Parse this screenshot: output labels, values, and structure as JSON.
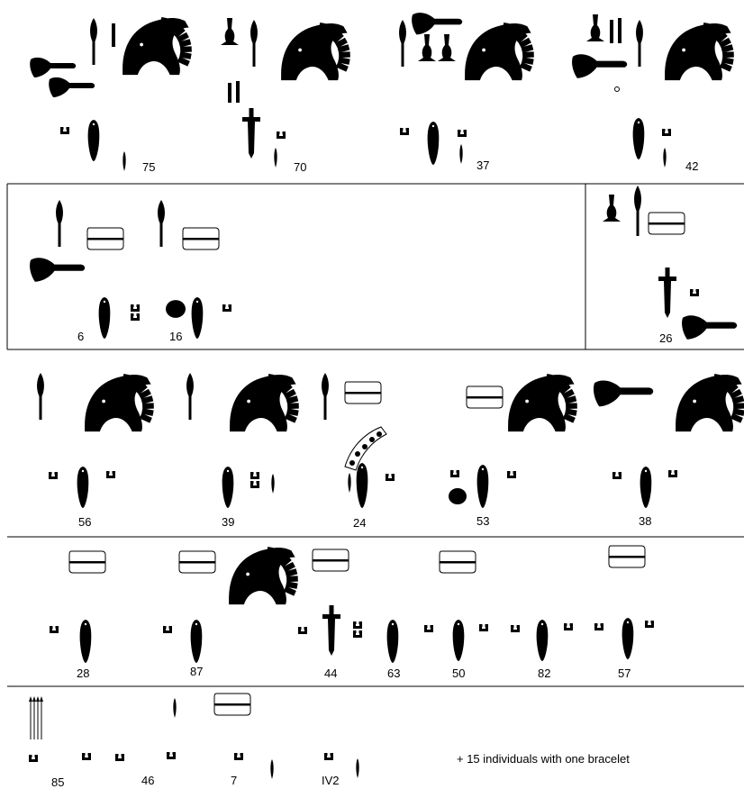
{
  "labels": {
    "g75": "75",
    "g70": "70",
    "g37": "37",
    "g42": "42",
    "g6": "6",
    "g16": "16",
    "g26": "26",
    "g56": "56",
    "g39": "39",
    "g24": "24",
    "g53": "53",
    "g38": "38",
    "g28": "28",
    "g87": "87",
    "g44": "44",
    "g63": "63",
    "g50": "50",
    "g82": "82",
    "g57": "57",
    "g85": "85",
    "g46": "46",
    "g7": "7",
    "gIV2": "IV2"
  },
  "note": "+ 15 individuals with one bracelet",
  "colors": {
    "ink": "#000000",
    "paper": "#ffffff"
  },
  "icons": [
    "spearhead-icon",
    "toothed-crest-icon",
    "axe-head-icon",
    "bracelet-icon",
    "blade-icon",
    "dagger-icon",
    "knife-icon",
    "mirror-disc-icon",
    "whetstone-icon",
    "bead-band-icon",
    "arrows-icon",
    "pin-icon"
  ]
}
